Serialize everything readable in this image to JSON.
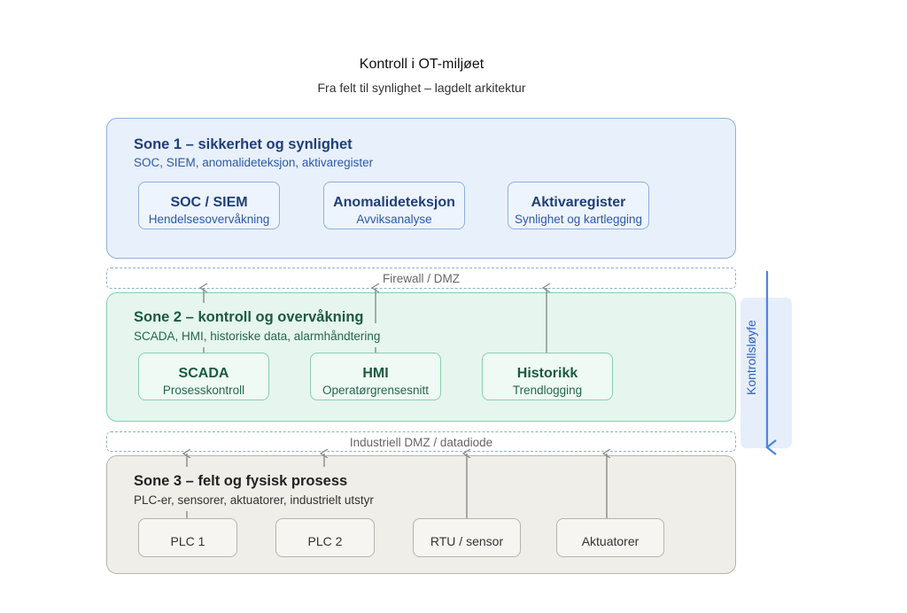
{
  "header": {
    "title": "Kontroll i OT-miljøet",
    "subtitle": "Fra felt til synlighet – lagdelt arkitektur"
  },
  "zones": [
    {
      "title": "Sone 1 – sikkerhet og synlighet",
      "description": "SOC, SIEM, anomalideteksjon, aktivaregister",
      "color": "#e8f0fb",
      "nodes": [
        {
          "title": "SOC / SIEM",
          "subtitle": "Hendelsesovervåkning"
        },
        {
          "title": "Anomalideteksjon",
          "subtitle": "Avviksanalyse"
        },
        {
          "title": "Aktivaregister",
          "subtitle": "Synlighet og kartlegging"
        }
      ]
    },
    {
      "title": "Sone 2 – kontroll og overvåkning",
      "description": "SCADA, HMI, historiske data, alarmhåndtering",
      "color": "#e6f6ef",
      "nodes": [
        {
          "title": "SCADA",
          "subtitle": "Prosesskontroll"
        },
        {
          "title": "HMI",
          "subtitle": "Operatørgrensesnitt"
        },
        {
          "title": "Historikk",
          "subtitle": "Trendlogging"
        }
      ]
    },
    {
      "title": "Sone 3 – felt og fysisk prosess",
      "description": "PLC-er, sensorer, aktuatorer, industrielt utstyr",
      "color": "#efeee9",
      "nodes": [
        {
          "label": "PLC 1"
        },
        {
          "label": "PLC 2"
        },
        {
          "label": "RTU / sensor"
        },
        {
          "label": "Aktuatorer"
        }
      ]
    }
  ],
  "boundaries": {
    "upper": "Firewall / DMZ",
    "lower": "Industriell DMZ / datadiode"
  },
  "control_loop": {
    "label": "Kontrollsløyfe",
    "color": "#4a86e0"
  }
}
